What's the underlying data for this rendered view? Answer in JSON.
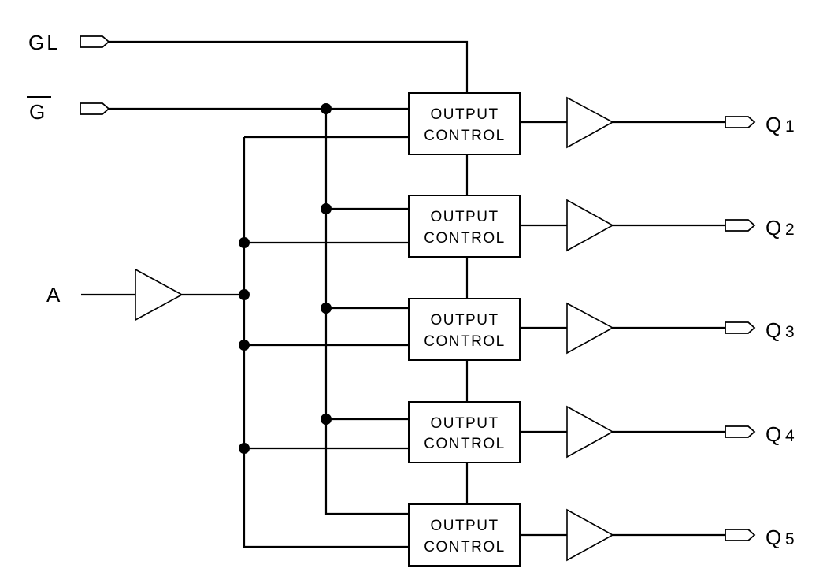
{
  "inputs": {
    "gl": "GL",
    "g_bar": "G",
    "a": "A"
  },
  "blocks": [
    {
      "line1": "OUTPUT",
      "line2": "CONTROL"
    },
    {
      "line1": "OUTPUT",
      "line2": "CONTROL"
    },
    {
      "line1": "OUTPUT",
      "line2": "CONTROL"
    },
    {
      "line1": "OUTPUT",
      "line2": "CONTROL"
    },
    {
      "line1": "OUTPUT",
      "line2": "CONTROL"
    }
  ],
  "outputs": [
    {
      "letter": "Q",
      "index": "1"
    },
    {
      "letter": "Q",
      "index": "2"
    },
    {
      "letter": "Q",
      "index": "3"
    },
    {
      "letter": "Q",
      "index": "4"
    },
    {
      "letter": "Q",
      "index": "5"
    }
  ]
}
